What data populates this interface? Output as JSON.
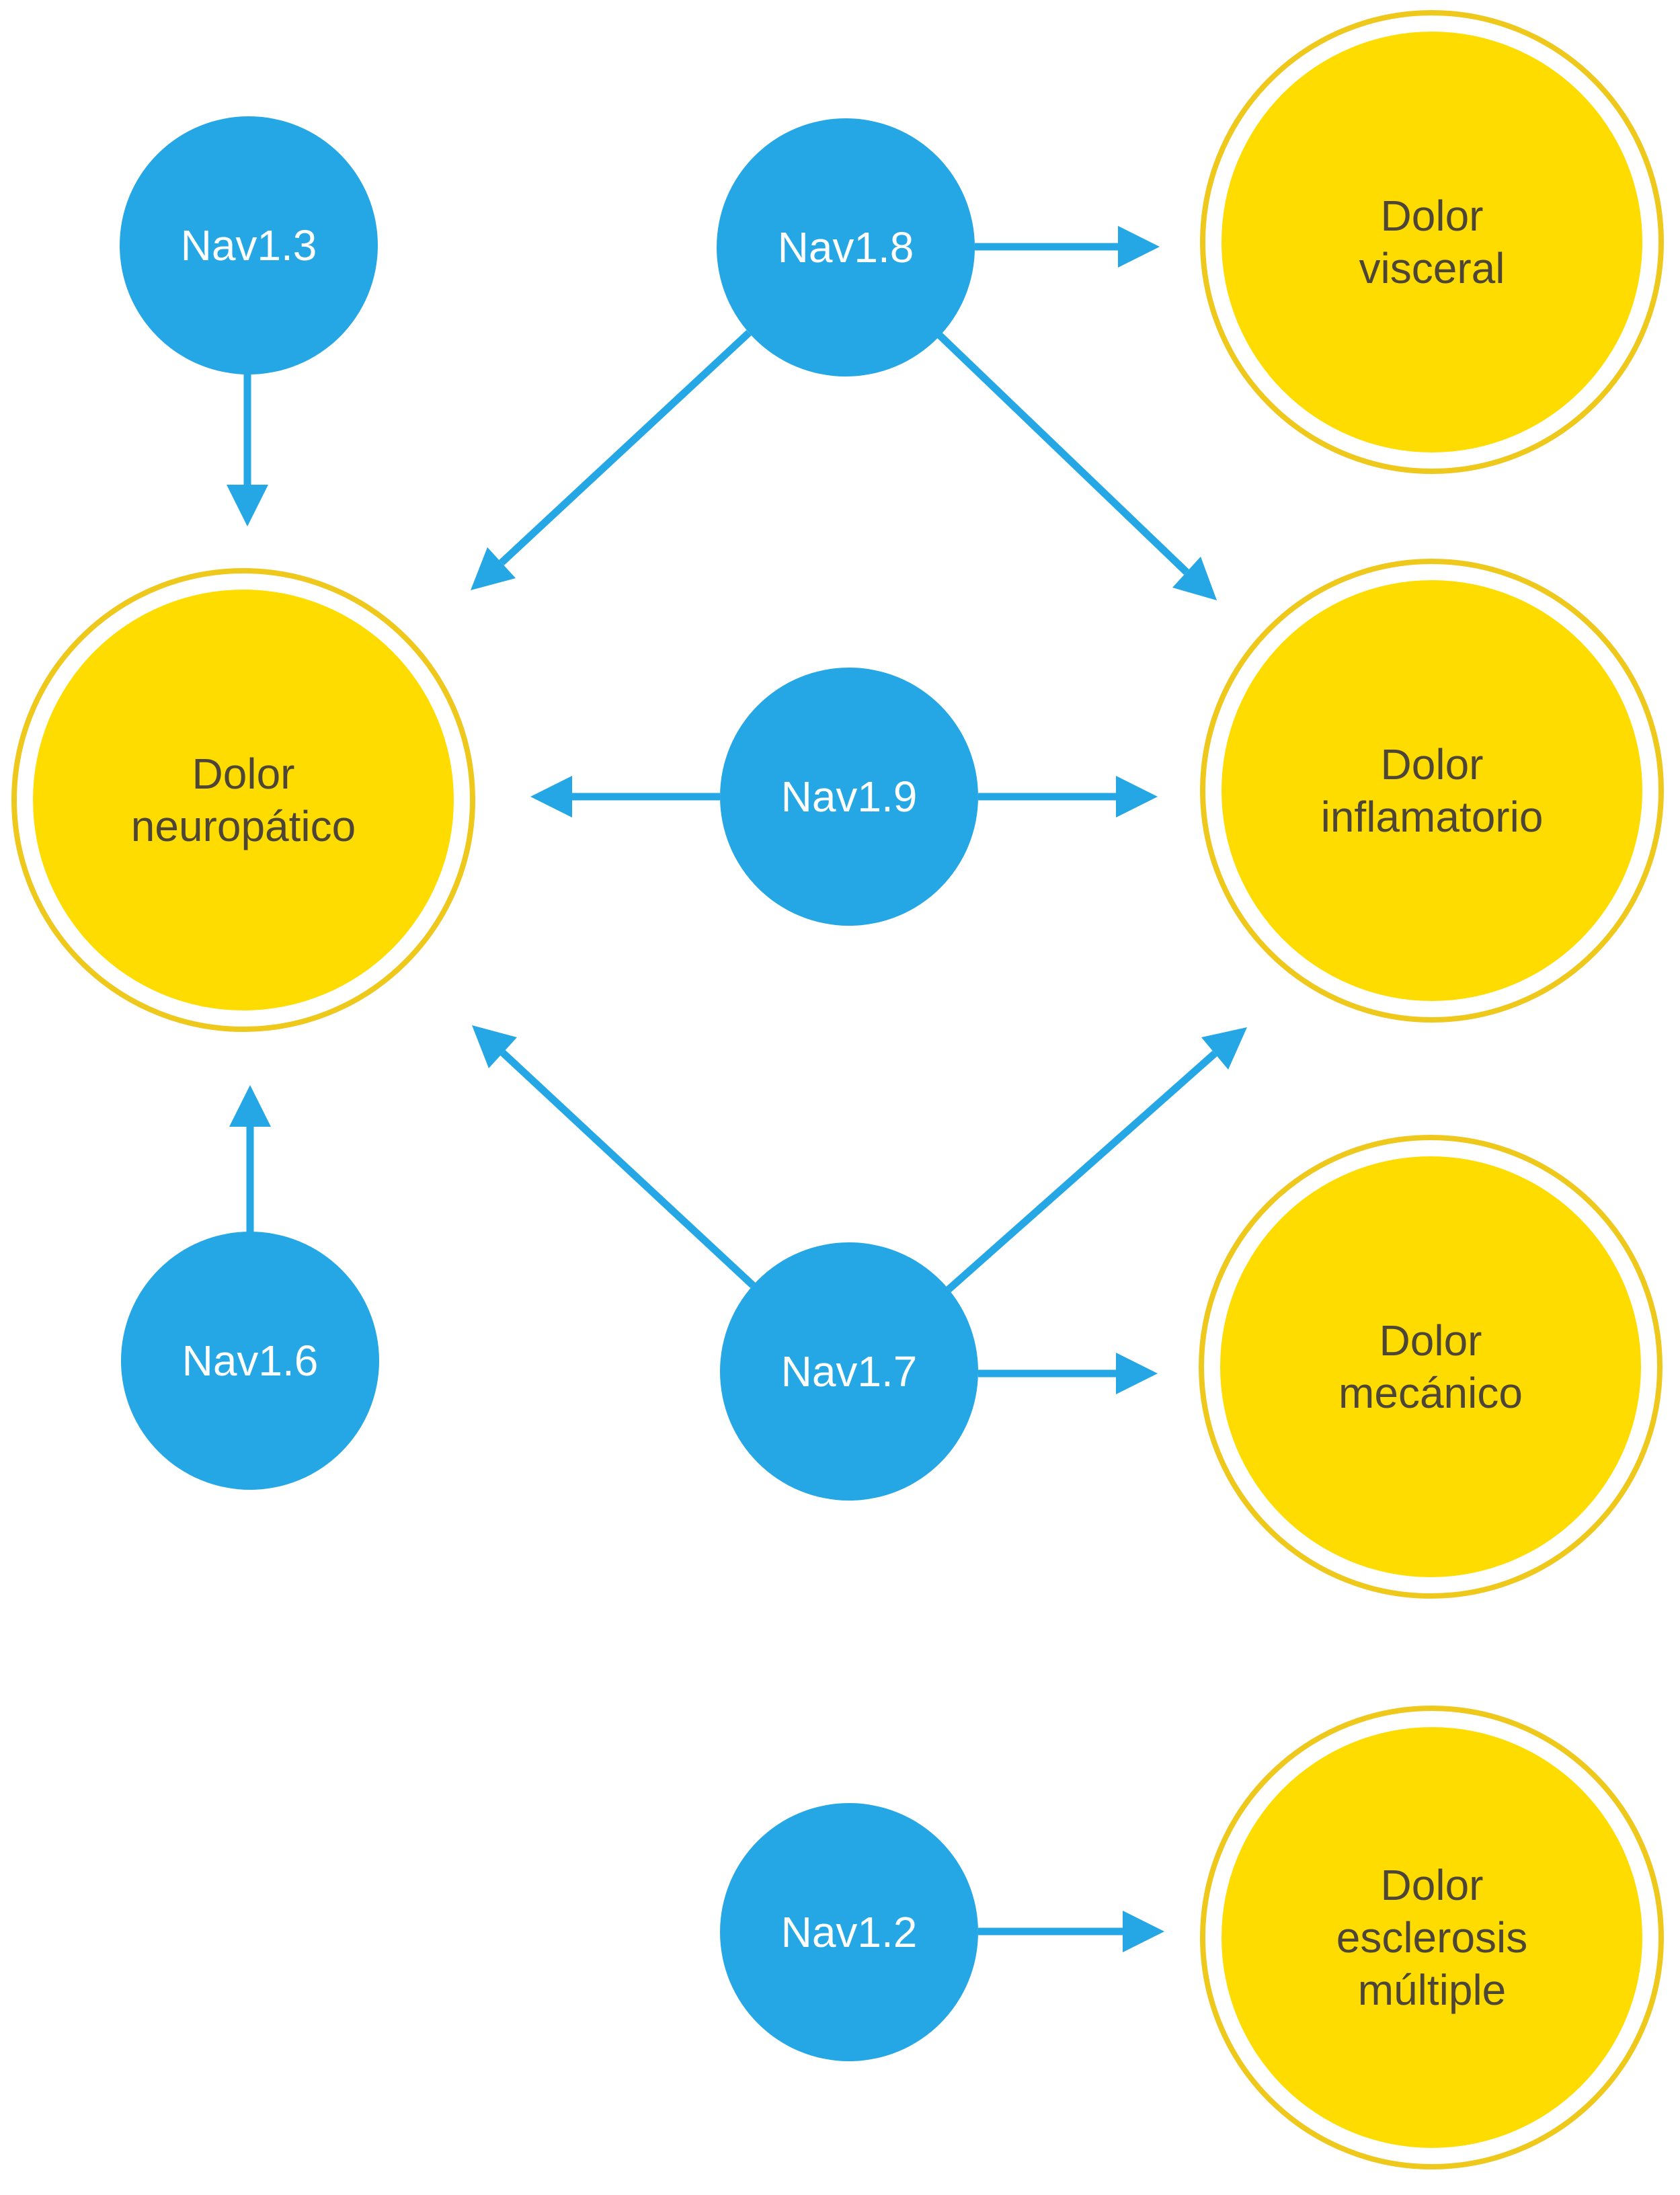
{
  "colors": {
    "node_blue": "#24a7e4",
    "arrow_blue": "#24a7e4",
    "node_yellow": "#ffdc00",
    "ring_yellow": "#efc81c",
    "label_dark": "#4d4637",
    "label_light": "#ffffff",
    "background": "#ffffff"
  },
  "nodes": {
    "nav13": {
      "label": "Nav1.3",
      "type": "sodium-channel"
    },
    "nav18": {
      "label": "Nav1.8",
      "type": "sodium-channel"
    },
    "nav19": {
      "label": "Nav1.9",
      "type": "sodium-channel"
    },
    "nav16": {
      "label": "Nav1.6",
      "type": "sodium-channel"
    },
    "nav17": {
      "label": "Nav1.7",
      "type": "sodium-channel"
    },
    "nav12": {
      "label": "Nav1.2",
      "type": "sodium-channel"
    },
    "visceral": {
      "label": "Dolor visceral",
      "lines": [
        "Dolor",
        "visceral"
      ],
      "type": "pain"
    },
    "neuropatico": {
      "label": "Dolor neuropático",
      "lines": [
        "Dolor",
        "neuropático"
      ],
      "type": "pain"
    },
    "inflamatorio": {
      "label": "Dolor inflamatorio",
      "lines": [
        "Dolor",
        "inflamatorio"
      ],
      "type": "pain"
    },
    "mecanico": {
      "label": "Dolor mecánico",
      "lines": [
        "Dolor",
        "mecánico"
      ],
      "type": "pain"
    },
    "esclerosis": {
      "label": "Dolor esclerosis múltiple",
      "lines": [
        "Dolor",
        "esclerosis",
        "múltiple"
      ],
      "type": "pain"
    }
  },
  "edges": [
    {
      "from": "Nav1.3",
      "to": "Dolor neuropático"
    },
    {
      "from": "Nav1.8",
      "to": "Dolor visceral"
    },
    {
      "from": "Nav1.8",
      "to": "Dolor neuropático"
    },
    {
      "from": "Nav1.8",
      "to": "Dolor inflamatorio"
    },
    {
      "from": "Nav1.9",
      "to": "Dolor neuropático"
    },
    {
      "from": "Nav1.9",
      "to": "Dolor inflamatorio"
    },
    {
      "from": "Nav1.6",
      "to": "Dolor neuropático"
    },
    {
      "from": "Nav1.7",
      "to": "Dolor neuropático"
    },
    {
      "from": "Nav1.7",
      "to": "Dolor inflamatorio"
    },
    {
      "from": "Nav1.7",
      "to": "Dolor mecánico"
    },
    {
      "from": "Nav1.2",
      "to": "Dolor esclerosis múltiple"
    }
  ]
}
